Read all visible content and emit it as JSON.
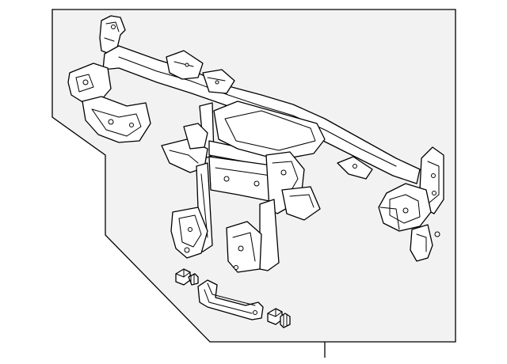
{
  "diagram": {
    "panel_fill": "#f2f2f2",
    "line_color": "#000000",
    "parts": [
      {
        "name": "instrument-panel-reinforcement-beam",
        "icon": "cross-car-beam"
      },
      {
        "name": "reinforcement-brace",
        "icon": "brace-bar"
      },
      {
        "name": "mounting-bolt-upper",
        "icon": "bolt"
      },
      {
        "name": "mounting-bolt-lower",
        "icon": "bolt"
      }
    ]
  }
}
